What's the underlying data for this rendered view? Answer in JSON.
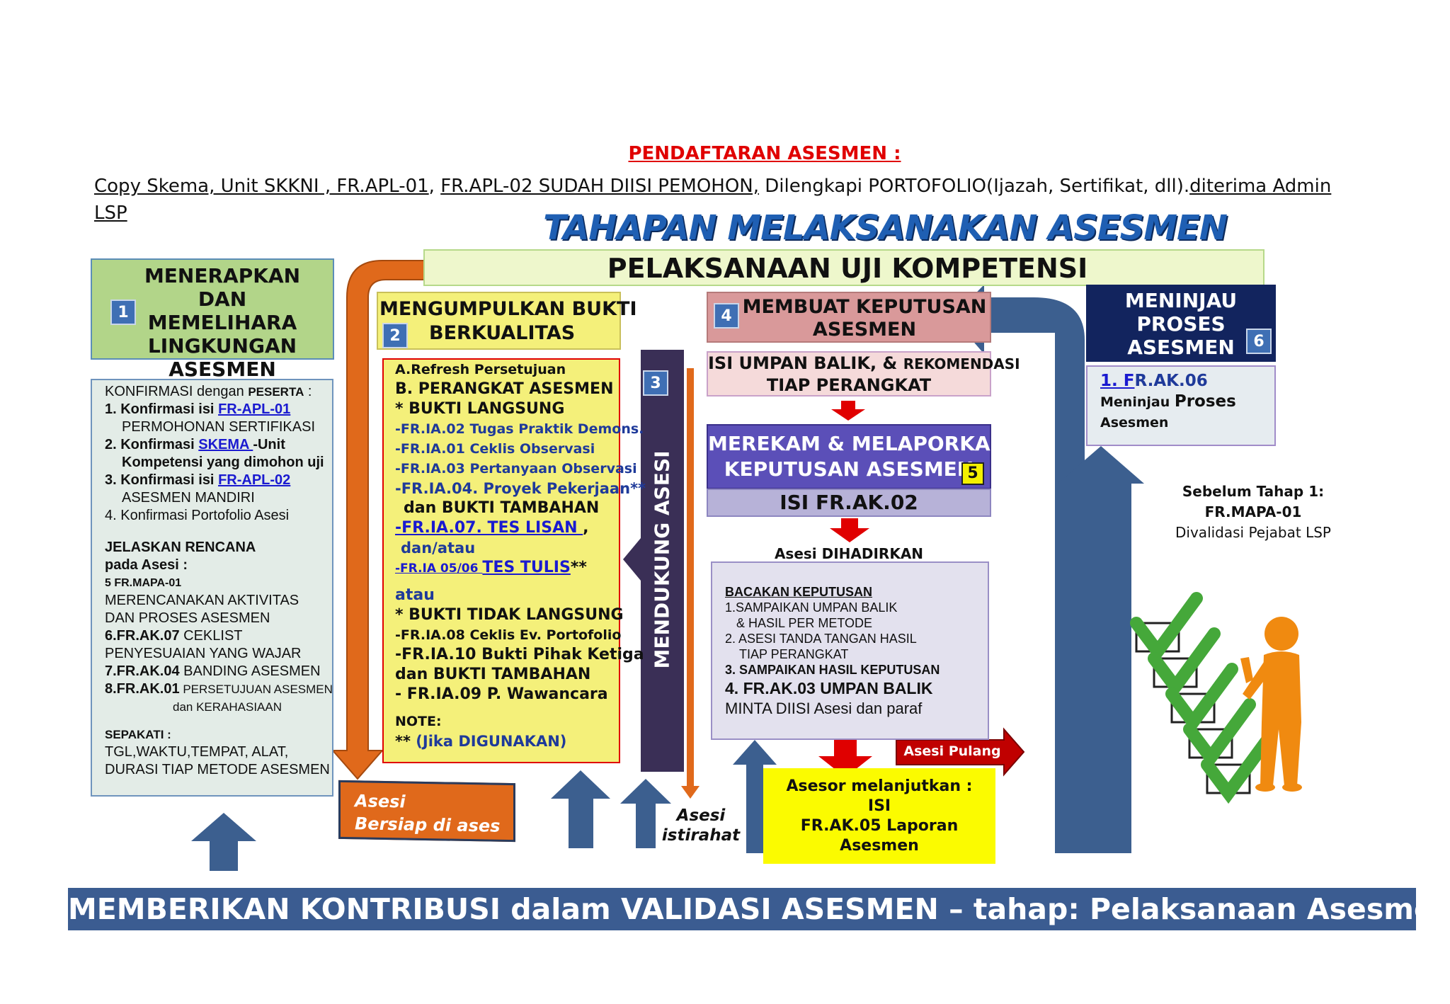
{
  "header": {
    "registration_title": "PENDAFTARAN ASESMEN :",
    "registration_text_1": "Copy Skema, Unit SKKNI , FR.APL-01",
    "registration_text_2": "FR.APL-02  SUDAH DIISI PEMOHON,",
    "registration_text_3": " Dilengkapi PORTOFOLIO(Ijazah, Sertifikat, dll).",
    "registration_text_4": "diterima Admin",
    "registration_text_5": "LSP",
    "main_title": "TAHAPAN MELAKSANAKAN ASESMEN",
    "banner": "PELAKSANAAN UJI KOMPETENSI"
  },
  "step1": {
    "number": "1",
    "title": "MENERAPKAN DAN MEMELIHARA LINGKUNGAN ASESMEN",
    "konfirmasi_prefix": "KONFIRMASI dengan ",
    "konfirmasi_peserta": "PESERTA",
    "konfirmasi_suffix": " :",
    "i1a": "1. Konfirmasi isi ",
    "i1link": "FR-APL-01 ",
    "i1b": "PERMOHONAN SERTIFIKASI",
    "i2a": "2. Konfirmasi ",
    "i2link": "SKEMA ",
    "i2b": "-Unit",
    "i2c": "Kompetensi yang dimohon uji",
    "i3a": "3. Konfirmasi isi ",
    "i3link": "FR-APL-02 ",
    "i3b": "ASESMEN MANDIRI",
    "i4": "4. Konfirmasi Portofolio Asesi",
    "jelaskan1": "JELASKAN RENCANA",
    "jelaskan2": "pada Asesi  :",
    "mapa": "5 FR.MAPA-01",
    "mapa_desc1": "MERENCANAKAN AKTIVITAS",
    "mapa_desc2": "DAN PROSES ASESMEN",
    "ak07a": "6.FR.AK.07",
    "ak07b": " CEKLIST",
    "ak07c": "PENYESUAIAN YANG WAJAR",
    "ak04a": "7.FR.AK.04",
    "ak04b": " BANDING ASESMEN",
    "ak01a": "8.FR.AK.01",
    "ak01b": " PERSETUJUAN ASESMEN",
    "ak01c": "dan KERAHASIAAN",
    "sepakati": "SEPAKATI :",
    "sepakati1": "TGL,WAKTU,TEMPAT, ALAT,",
    "sepakati2": "DURASI TIAP METODE  ASESMEN"
  },
  "step2": {
    "number": "2",
    "title1": "MENGUMPULKAN BUKTI",
    "title2": "BERKUALITAS",
    "a": "A.Refresh Persetujuan",
    "b": "B. PERANGKAT ASESMEN",
    "bukti_langsung": "* BUKTI LANGSUNG",
    "ia02": "-FR.IA.02 Tugas Praktik Demons.",
    "ia01": "-FR.IA.01 Ceklis Observasi",
    "ia03": "-FR.IA.03 Pertanyaan Observasi",
    "ia04": "-FR.IA.04. Proyek Pekerjaan",
    "ia04_mark": "**",
    "tambahan1": "dan BUKTI TAMBAHAN",
    "ia07": "-FR.IA.07. TES LISAN ",
    "ia07_comma": ",",
    "danatau": "dan/atau",
    "ia0506a": "-FR.IA 05/06 ",
    "ia0506b": "TES TULIS",
    "ia0506_mark": "**",
    "atau": "atau",
    "bukti_tidak": "* BUKTI TIDAK LANGSUNG",
    "ia08": "-FR.IA.08 Ceklis Ev. Portofolio",
    "ia10": "-FR.IA.10 Bukti Pihak Ketiga",
    "tambahan2": "dan BUKTI TAMBAHAN",
    "ia09": "- FR.IA.09 P. Wawancara",
    "note": "NOTE:",
    "note2a": "** ",
    "note2b": "(Jika DIGUNAKAN)"
  },
  "step3": {
    "number": "3",
    "label": "MENDUKUNG ASESI"
  },
  "step4": {
    "number": "4",
    "title1": "MEMBUAT KEPUTUSAN",
    "title2": "ASESMEN",
    "umpan1a": "ISI UMPAN BALIK, & ",
    "umpan1b": "REKOMENDASI",
    "umpan2": "TIAP PERANGKAT"
  },
  "step5": {
    "number": "5",
    "title1": "MEREKAM & MELAPORKAN",
    "title2": "KEPUTUSAN ASESMEN",
    "isi": "ISI FR.AK.02",
    "dihadirkan": "Asesi DIHADIRKAN",
    "bacakan": "BACAKAN KEPUTUSAN",
    "b1": "1.SAMPAIKAN UMPAN BALIK",
    "b1b": "& HASIL PER METODE",
    "b2": "2. ASESI TANDA TANGAN  HASIL",
    "b2b": "TIAP PERANGKAT",
    "b3": "3. SAMPAIKAN HASIL KEPUTUSAN",
    "b4": "4. FR.AK.03 UMPAN BALIK",
    "b5": "MINTA DIISI Asesi dan paraf"
  },
  "step6": {
    "number": "6",
    "title1": "MENINJAU",
    "title2": "PROSES",
    "title3": "ASESMEN",
    "l1a": "1. F",
    "l1b": "R.AK.06",
    "l2a": "Meninjau ",
    "l2b": "Proses",
    "l3": "Asesmen"
  },
  "side_note": {
    "l1": "Sebelum Tahap 1:",
    "l2": "FR.MAPA-01",
    "l3": "Divalidasi Pejabat LSP"
  },
  "labels": {
    "asesi_bersiap1": "Asesi",
    "asesi_bersiap2": "Bersiap di ases",
    "asesi_istirahat1": "Asesi",
    "asesi_istirahat2": "istirahat",
    "asesi_pulang": "Asesi Pulang",
    "asesor1": "Asesor melanjutkan :",
    "asesor2": "ISI",
    "asesor3": "FR.AK.05 Laporan",
    "asesor4": "Asesmen"
  },
  "footer": "MEMBERIKAN KONTRIBUSI dalam VALIDASI ASESMEN – tahap: Pelaksanaan Asesmen",
  "colors": {
    "step_blue": "#3f6fb4",
    "arrow_blue": "#3c5f8f",
    "orange": "#e0691b",
    "green_box": "#b2d589",
    "yellow_box": "#f4f07a",
    "pink_box": "#d9999a",
    "purple_box": "#5b4fb8",
    "navy_box": "#12245e",
    "footer_blue": "#3b5c91",
    "red_arrow": "#e00000"
  }
}
